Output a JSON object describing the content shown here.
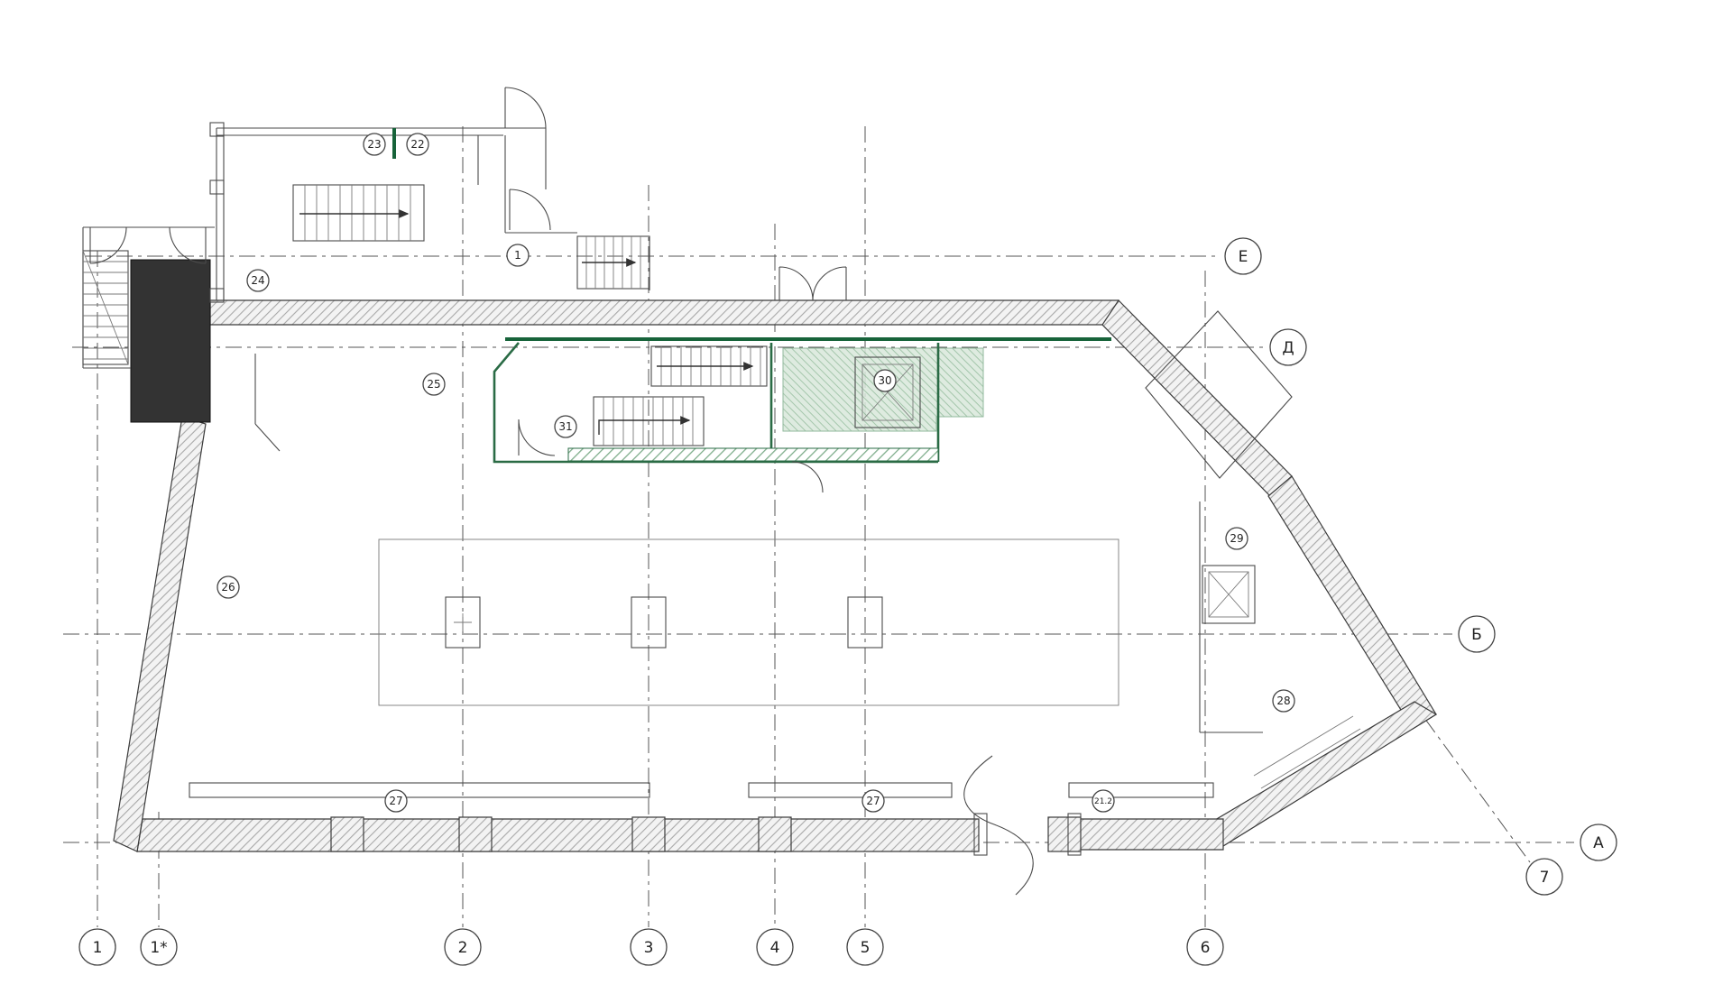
{
  "drawing_title": "floor-plan",
  "colors": {
    "accent_green": "#17633a",
    "green_fill": "#8db896",
    "wall_hatch": "#a8a8a8",
    "dark_core": "#333333"
  },
  "axes": {
    "bottom": [
      {
        "label": "1"
      },
      {
        "label": "1*"
      },
      {
        "label": "2"
      },
      {
        "label": "3"
      },
      {
        "label": "4"
      },
      {
        "label": "5"
      },
      {
        "label": "6"
      }
    ],
    "diag": {
      "label": "7"
    },
    "right": [
      {
        "label": "Е"
      },
      {
        "label": "Д"
      },
      {
        "label": "Б"
      },
      {
        "label": "А"
      }
    ]
  },
  "rooms": [
    {
      "label": "23"
    },
    {
      "label": "22"
    },
    {
      "label": "24"
    },
    {
      "label": "1"
    },
    {
      "label": "25"
    },
    {
      "label": "31"
    },
    {
      "label": "30"
    },
    {
      "label": "26"
    },
    {
      "label": "29"
    },
    {
      "label": "28"
    },
    {
      "label": "27"
    },
    {
      "label": "27"
    },
    {
      "label": "21.2"
    }
  ]
}
